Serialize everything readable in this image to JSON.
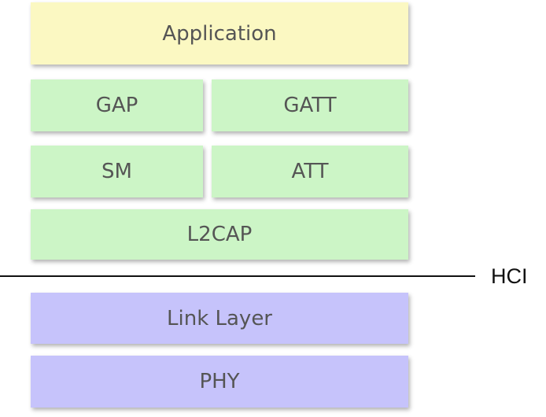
{
  "layers": {
    "application": "Application",
    "gap": "GAP",
    "gatt": "GATT",
    "sm": "SM",
    "att": "ATT",
    "l2cap": "L2CAP",
    "link_layer": "Link Layer",
    "phy": "PHY"
  },
  "hci_label": "HCI",
  "colors": {
    "application": "#fbf8c2",
    "host": "#ccf5c6",
    "controller": "#c6c3fb",
    "text": "#555555",
    "divider": "#111111"
  }
}
